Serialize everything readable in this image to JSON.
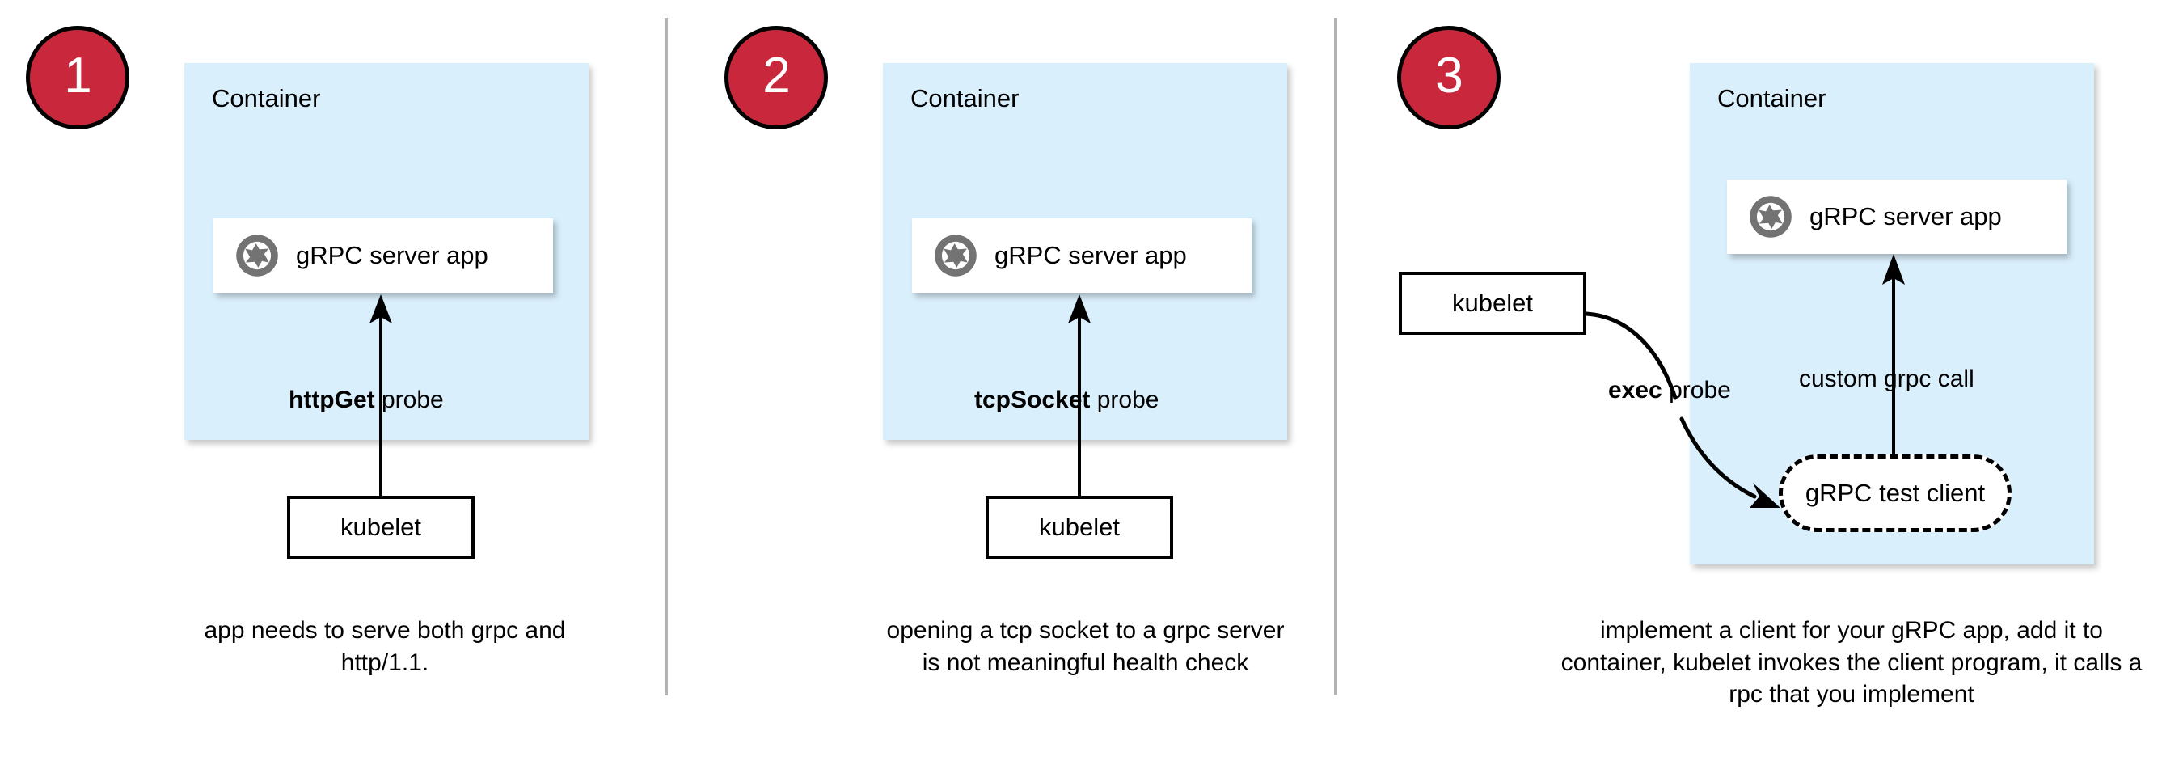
{
  "diagram": {
    "title": "Kubernetes gRPC health-check probe approaches",
    "colors": {
      "badge_fill": "#c9283c",
      "badge_border": "#000000",
      "badge_text": "#ffffff",
      "container_fill": "#daeffc",
      "card_fill": "#ffffff",
      "stroke": "#000000",
      "divider": "#b3b3b3",
      "grpc_icon": "#737373"
    },
    "panels": [
      {
        "badge": "1",
        "container_label": "Container",
        "app_label": "gRPC server app",
        "app_icon": "grpc-aperture-icon",
        "probe_label_bold": "httpGet",
        "probe_label_rest": " probe",
        "kubelet_label": "kubelet",
        "caption": "app needs to serve both grpc and http/1.1."
      },
      {
        "badge": "2",
        "container_label": "Container",
        "app_label": "gRPC server app",
        "app_icon": "grpc-aperture-icon",
        "probe_label_bold": "tcpSocket",
        "probe_label_rest": " probe",
        "kubelet_label": "kubelet",
        "caption": "opening a tcp socket to a grpc server is not meaningful health check"
      },
      {
        "badge": "3",
        "container_label": "Container",
        "app_label": "gRPC server app",
        "app_icon": "grpc-aperture-icon",
        "probe_label_bold": "exec",
        "probe_label_rest": " probe",
        "call_label": "custom grpc call",
        "client_label": "gRPC test client",
        "kubelet_label": "kubelet",
        "caption": "implement a client for your gRPC app, add it to container, kubelet invokes the client program, it calls a rpc that you implement"
      }
    ]
  }
}
